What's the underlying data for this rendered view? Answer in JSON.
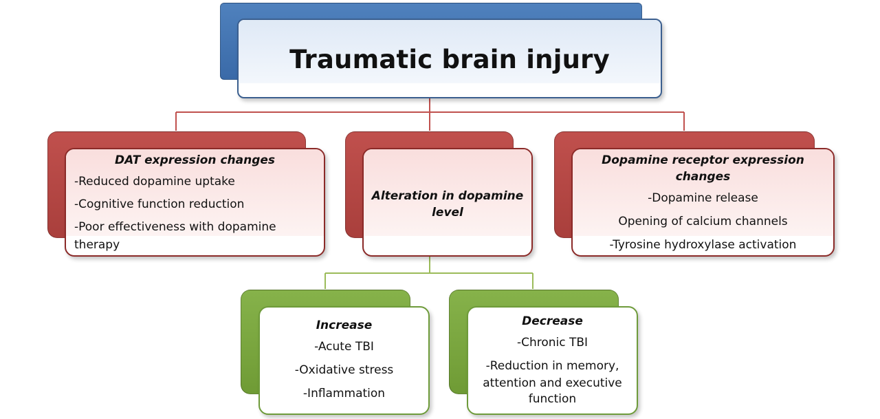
{
  "root": {
    "title": "Traumatic brain injury"
  },
  "dat": {
    "heading": "DAT expression changes",
    "items": [
      "-Reduced dopamine uptake",
      "-Cognitive function reduction",
      "-Poor effectiveness with dopamine",
      "therapy"
    ]
  },
  "alteration": {
    "heading_line1": "Alteration in dopamine",
    "heading_line2": "level"
  },
  "receptor": {
    "heading_line1": "Dopamine receptor expression",
    "heading_line2": "changes",
    "items": [
      "-Dopamine release",
      "Opening of calcium channels",
      "-Tyrosine hydroxylase activation"
    ]
  },
  "increase": {
    "heading": "Increase",
    "items": [
      "-Acute TBI",
      "-Oxidative stress",
      "-Inflammation"
    ]
  },
  "decrease": {
    "heading": "Decrease",
    "items": [
      "-Chronic TBI",
      "-Reduction in memory,",
      "attention and executive",
      "function"
    ]
  },
  "colors": {
    "root_blue": "#4f81bd",
    "red": "#c0504d",
    "green": "#86b24a",
    "red_connector": "#c0504d",
    "green_connector": "#9bbb59"
  }
}
